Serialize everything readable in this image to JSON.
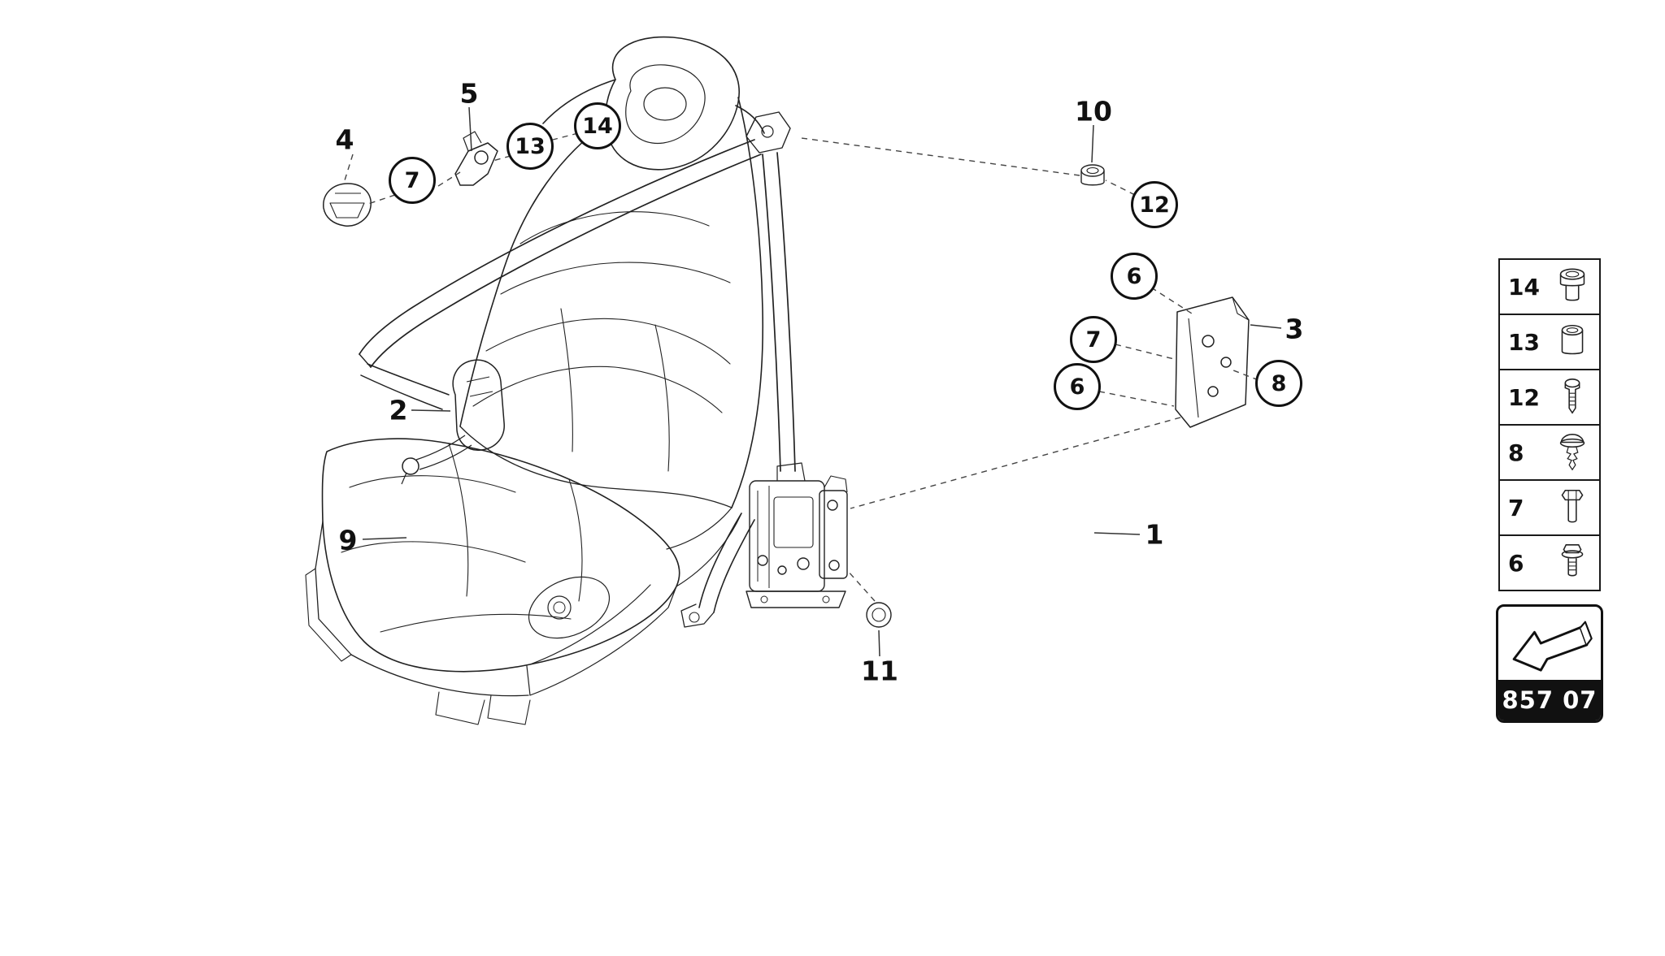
{
  "part_code": "857 07",
  "callouts": [
    {
      "label": "4",
      "shape": "plain"
    },
    {
      "label": "5",
      "shape": "plain"
    },
    {
      "label": "7",
      "shape": "circle"
    },
    {
      "label": "13",
      "shape": "circle"
    },
    {
      "label": "14",
      "shape": "circle"
    },
    {
      "label": "10",
      "shape": "plain"
    },
    {
      "label": "12",
      "shape": "circle"
    },
    {
      "label": "6",
      "shape": "circle"
    },
    {
      "label": "7",
      "shape": "circle"
    },
    {
      "label": "6",
      "shape": "circle"
    },
    {
      "label": "3",
      "shape": "plain"
    },
    {
      "label": "8",
      "shape": "circle"
    },
    {
      "label": "2",
      "shape": "plain"
    },
    {
      "label": "1",
      "shape": "plain"
    },
    {
      "label": "9",
      "shape": "plain"
    },
    {
      "label": "11",
      "shape": "plain"
    }
  ],
  "legend": {
    "items": [
      {
        "number": "14",
        "icon": "cap-nut-icon"
      },
      {
        "number": "13",
        "icon": "spacer-sleeve-icon"
      },
      {
        "number": "12",
        "icon": "stud-bolt-icon"
      },
      {
        "number": "8",
        "icon": "push-clip-icon"
      },
      {
        "number": "7",
        "icon": "hex-bolt-icon"
      },
      {
        "number": "6",
        "icon": "flange-bolt-icon"
      }
    ]
  }
}
